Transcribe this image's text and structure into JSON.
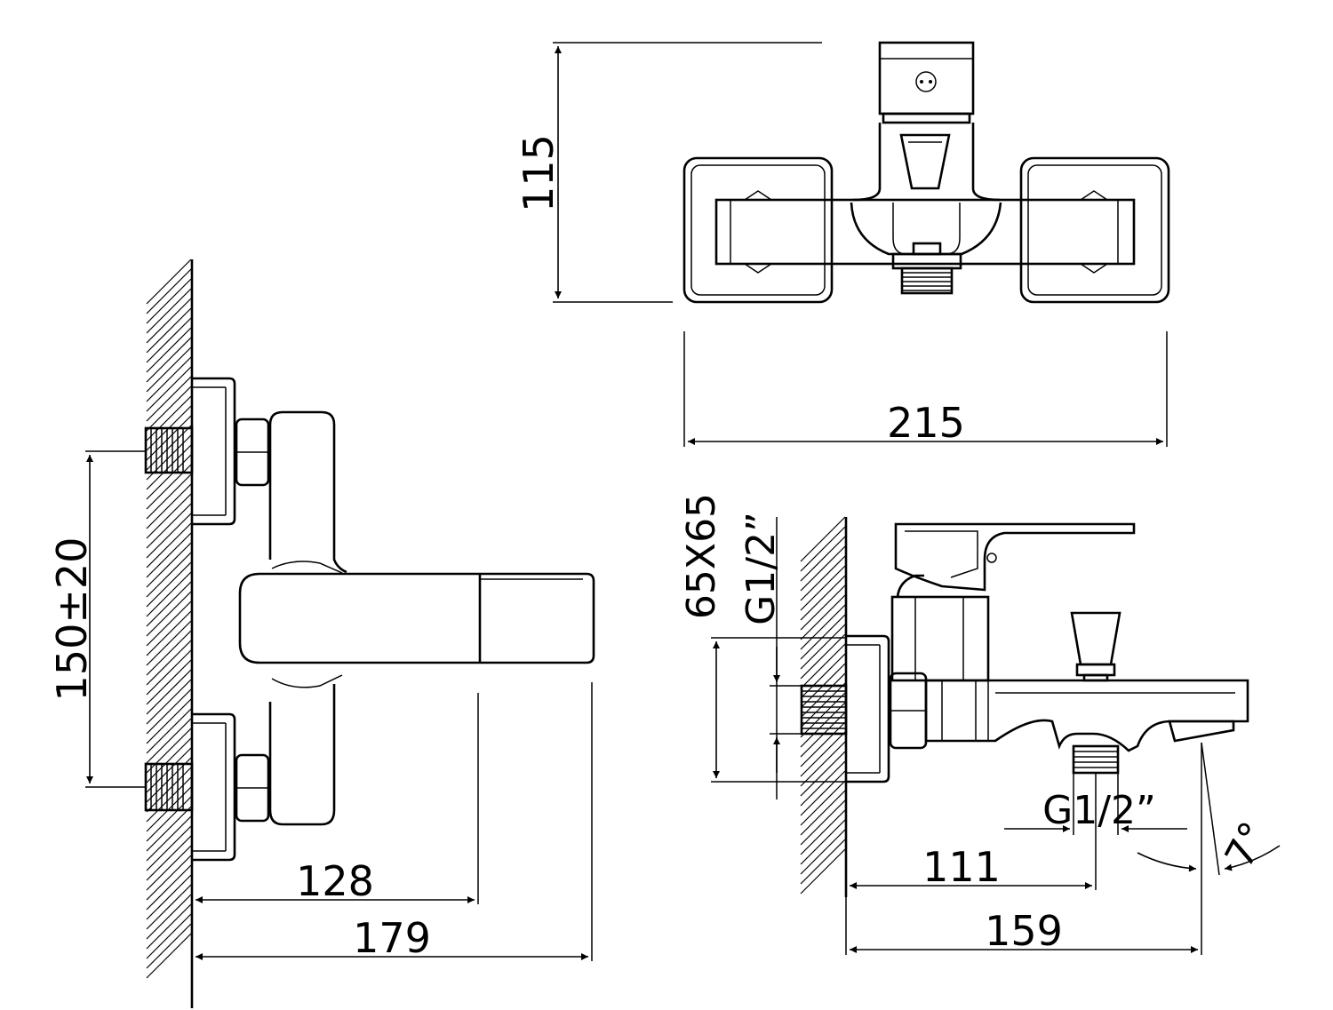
{
  "dimensions": {
    "height_top": "115",
    "width_top": "215",
    "wall_spacing": "150±20",
    "depth_handle": "128",
    "depth_total": "179",
    "flange_size": "65X65",
    "inlet_thread": "G1/2”",
    "outlet_thread": "G1/2”",
    "outlet_position": "111",
    "spout_reach": "159",
    "spout_angle": "7°"
  }
}
